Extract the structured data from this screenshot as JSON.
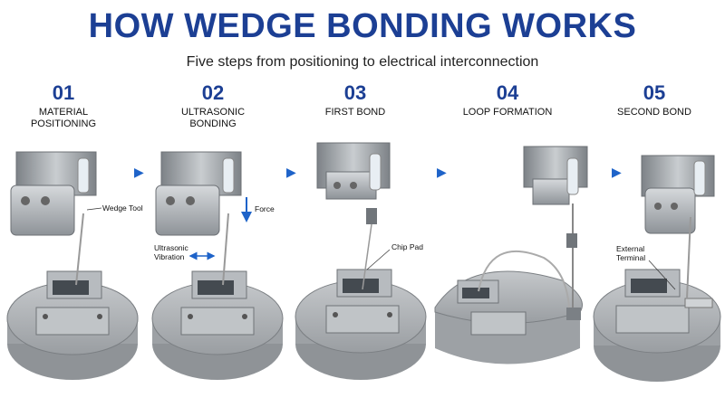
{
  "header": {
    "title": "HOW WEDGE BONDING WORKS",
    "subtitle": "Five steps from positioning to electrical interconnection"
  },
  "steps": [
    {
      "number": "01",
      "label_line1": "MATERIAL",
      "label_line2": "POSITIONING"
    },
    {
      "number": "02",
      "label_line1": "ULTRASONIC",
      "label_line2": "BONDING"
    },
    {
      "number": "03",
      "label_line1": "FIRST BOND",
      "label_line2": ""
    },
    {
      "number": "04",
      "label_line1": "LOOP FORMATION",
      "label_line2": ""
    },
    {
      "number": "05",
      "label_line1": "SECOND BOND",
      "label_line2": ""
    }
  ],
  "callouts": {
    "wedge_tool": "Wedge Tool",
    "force": "Force",
    "ultrasonic_line1": "Ultrasonic",
    "ultrasonic_line2": "Vibration",
    "chip_pad": "Chip Pad",
    "external_line1": "External",
    "external_line2": "Terminal"
  },
  "icons": {
    "step_arrow": "arrow-right-icon"
  },
  "colors": {
    "title": "#1c3f94",
    "arrow": "#1e63c9",
    "metal": "#a9adb2"
  }
}
